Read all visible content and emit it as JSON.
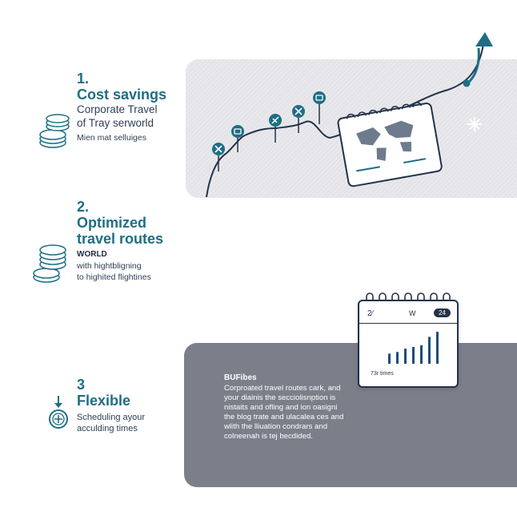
{
  "colors": {
    "accent": "#1e6e85",
    "dark": "#24324a",
    "panel_light": "#e4e4e8",
    "panel_dark": "#7c7f8a"
  },
  "sections": [
    {
      "number": "1.",
      "title": "Cost savings",
      "subtitle_line1": "Corporate Travel",
      "subtitle_line2": "of Tray serworld",
      "note": "Mien mat selluiges",
      "icon": "coin-stack-icon"
    },
    {
      "number": "2.",
      "title_line1": "Optimized",
      "title_line2": "travel routes",
      "label": "WORLD",
      "note_line1": "with hightbligning",
      "note_line2": "to highited flightines",
      "icon": "coin-stack-icon"
    },
    {
      "number": "3",
      "title": "Flexible",
      "note_line1": "Scheduling ayour",
      "note_line2": "acculding times",
      "icon": "clock-arrow-icon"
    }
  ],
  "panel_text": {
    "title": "BUFibes",
    "lines": [
      "Corproated travel routes cark, and",
      "your diainis the secciolisnption is",
      "nistaits and ofling and ion oasigni",
      "the blog trate and ulacalea ces and",
      "wlith the lliuation condrars and",
      "colneenah is tej becdided."
    ]
  },
  "calendar": {
    "tab_left": "2⁄",
    "tab_mid": "W",
    "tab_right": "24",
    "footer": "73r times",
    "bar_values": [
      0.3,
      0.35,
      0.45,
      0.5,
      0.55,
      0.8,
      0.95
    ]
  }
}
